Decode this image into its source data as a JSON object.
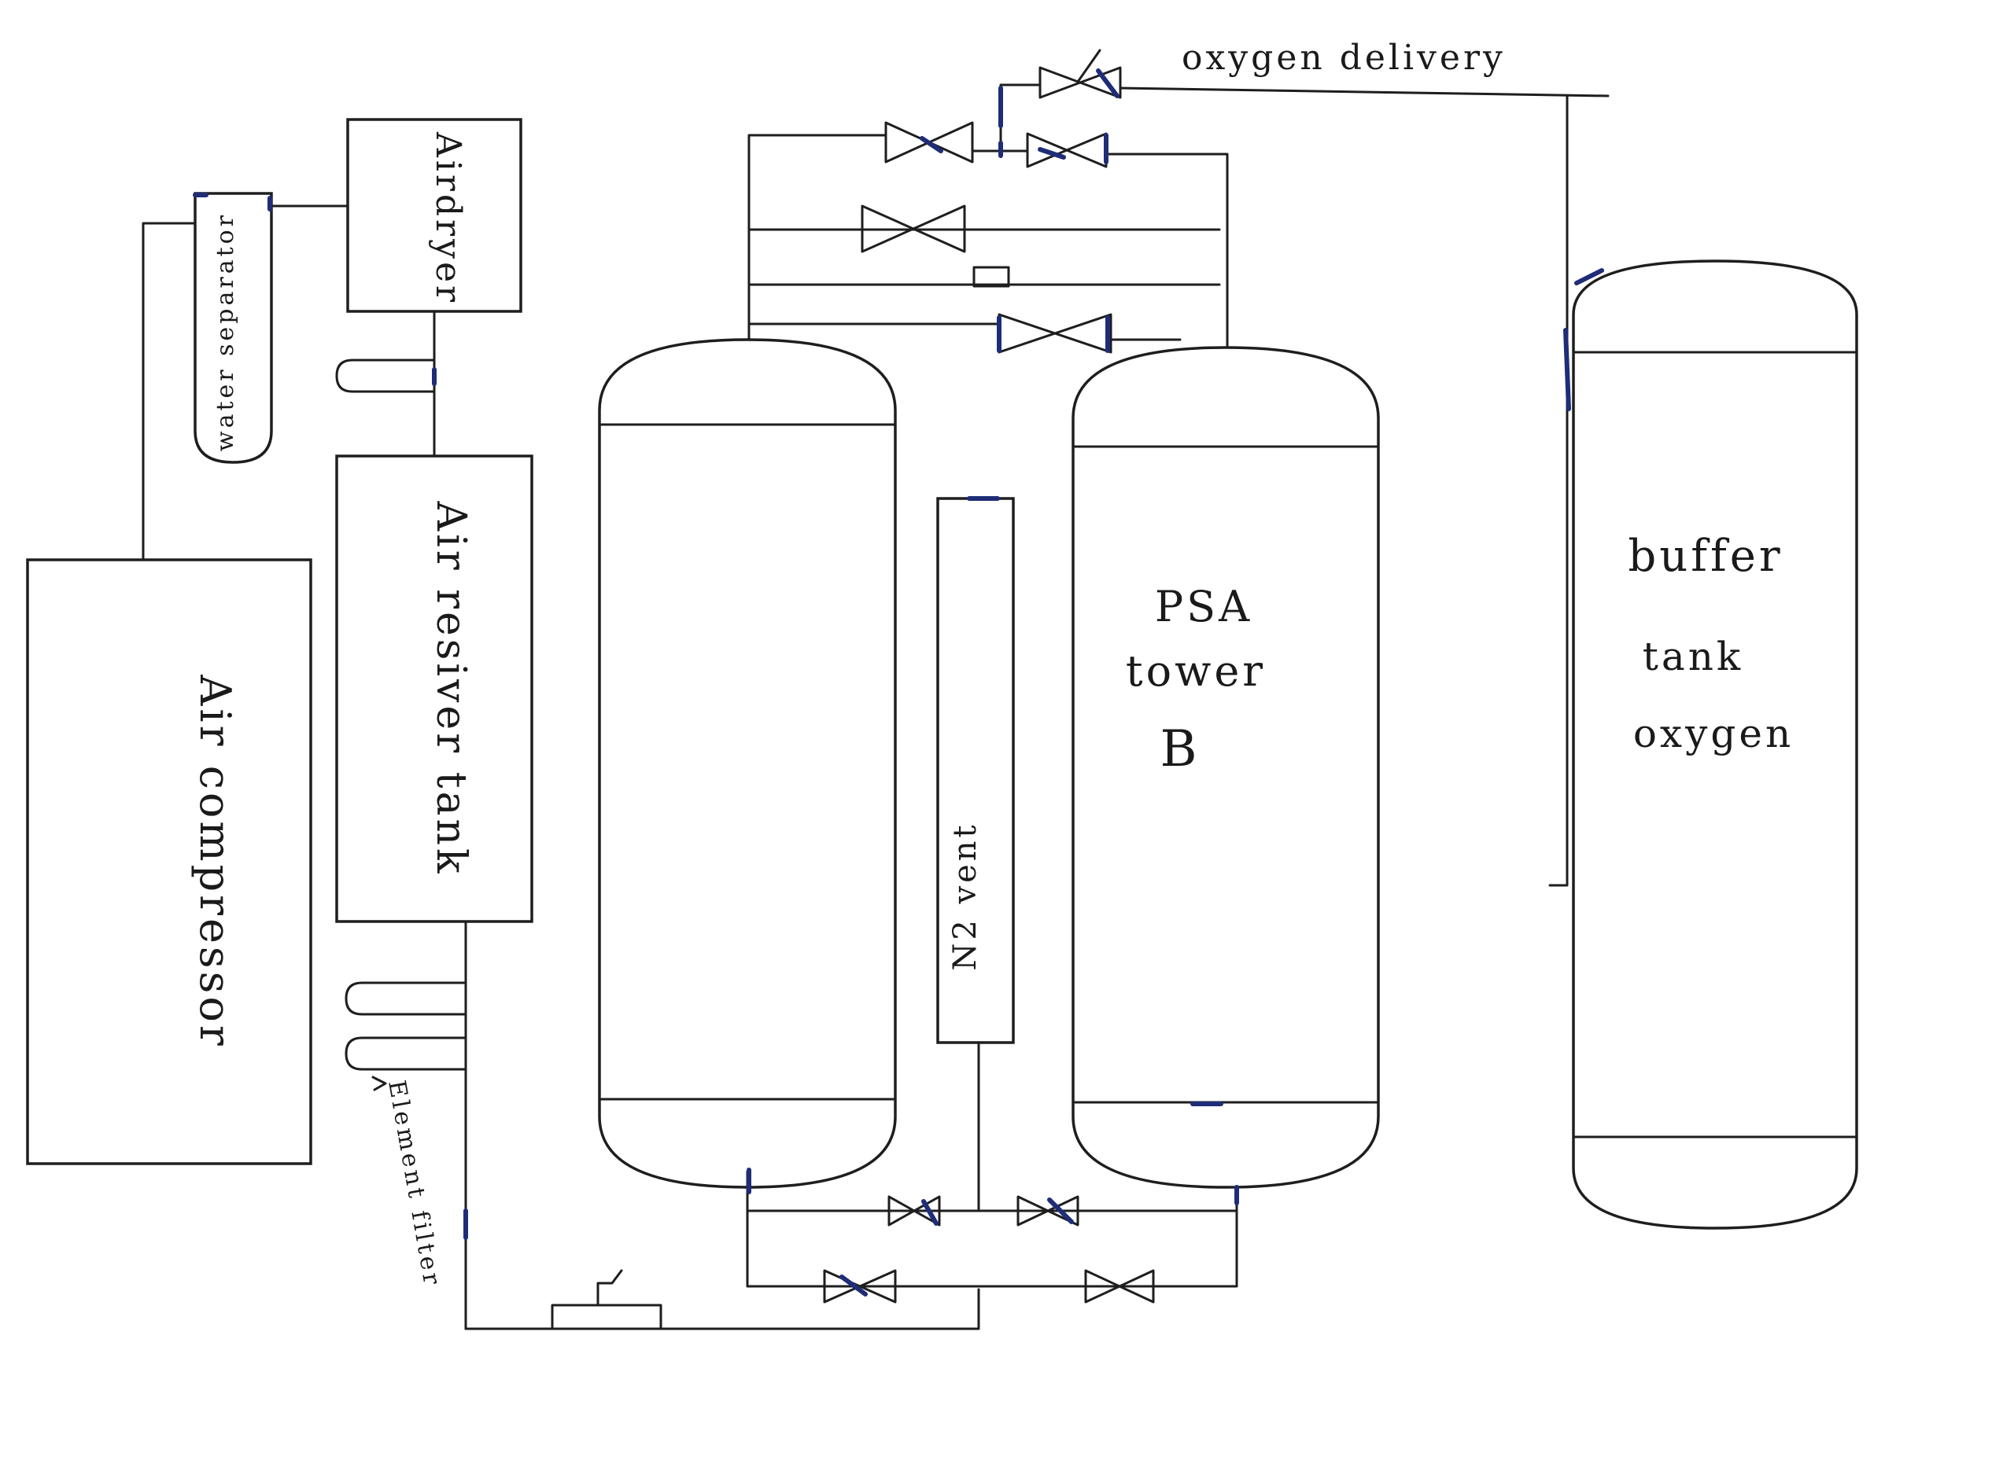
{
  "diagram": {
    "labels": {
      "air_compressor": "Air compressor",
      "water_separator": "water separator",
      "air_dryer": "Airdryer",
      "air_receiver_tank": "Air resiver tank",
      "element_filter": "Element filter",
      "n2_vent": "N2 vent",
      "psa_tower_b_line1": "PSA",
      "psa_tower_b_line2": "tower",
      "psa_tower_b_line3": "B",
      "buffer_tank_line1": "buffer",
      "buffer_tank_line2": "tank",
      "buffer_tank_line3": "oxygen",
      "oxygen_delivery": "oxygen delivery"
    },
    "colors": {
      "stroke": "#1e1e1e",
      "accent_marks": "#1f2d78",
      "background": "#ffffff"
    }
  }
}
